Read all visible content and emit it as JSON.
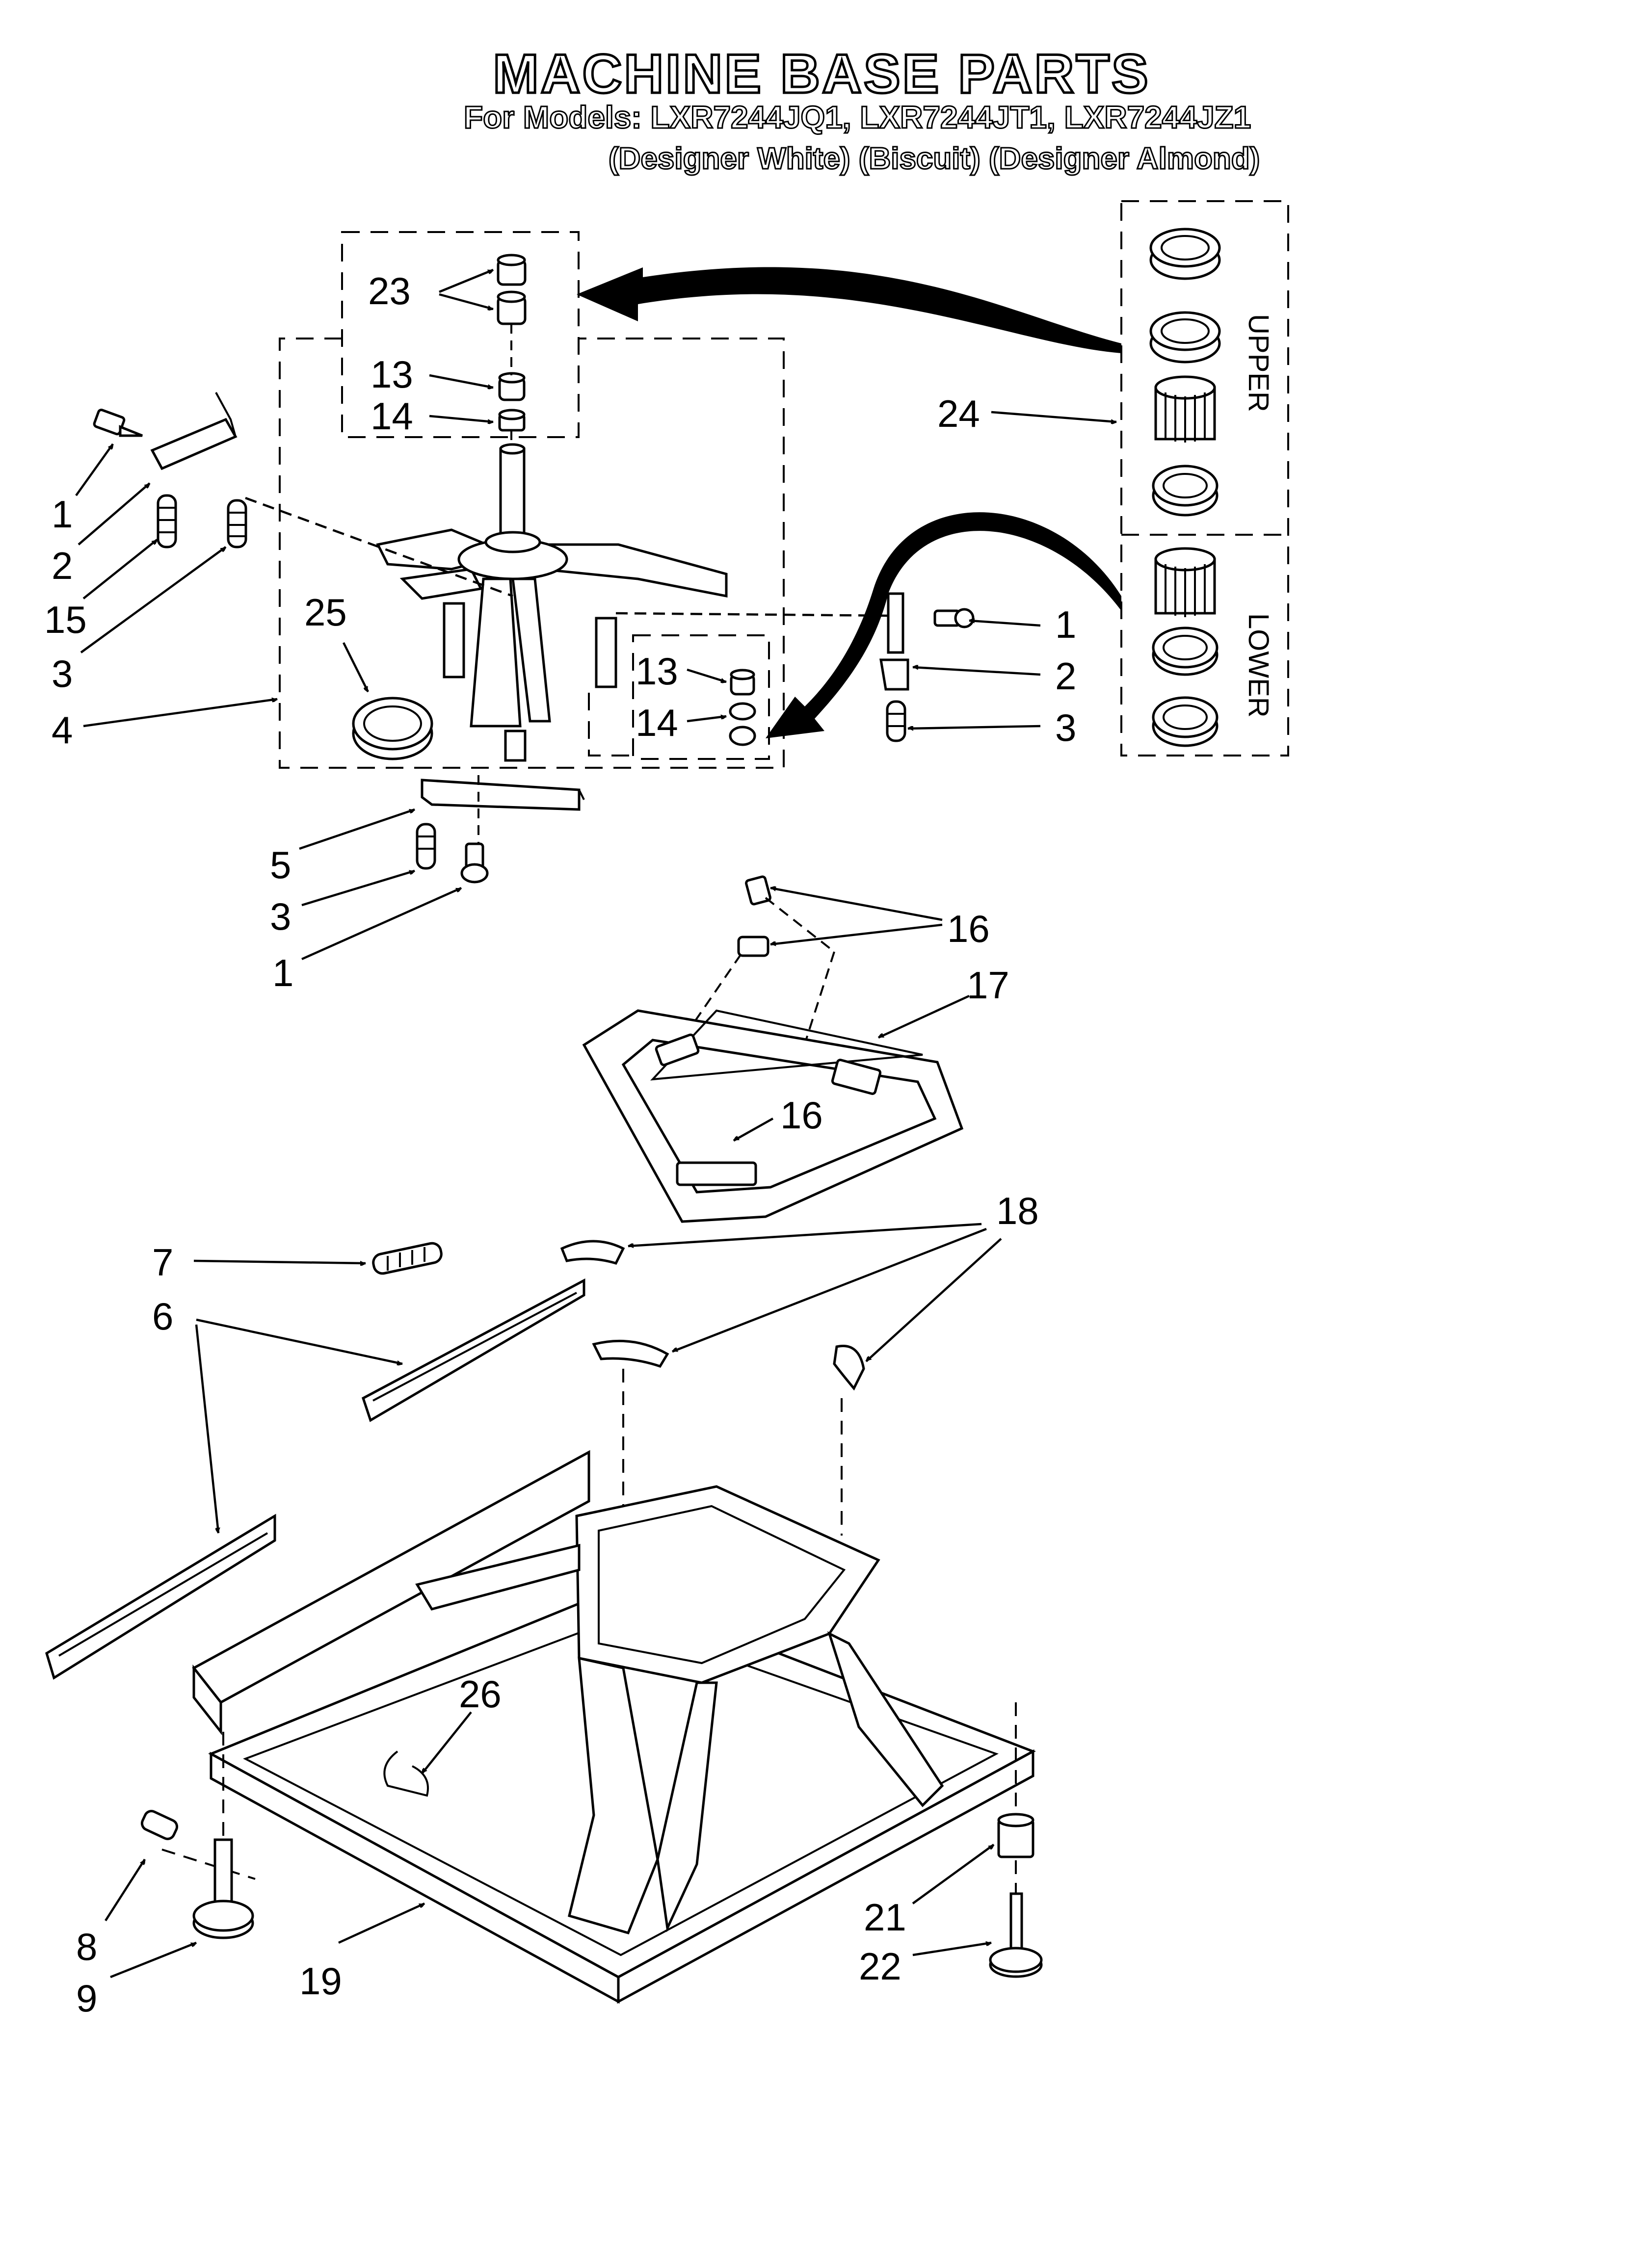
{
  "header": {
    "title": "MACHINE BASE PARTS",
    "models_line": "For Models: LXR7244JQ1, LXR7244JT1, LXR7244JZ1",
    "colors_line": "(Designer White) (Biscuit) (Designer Almond)"
  },
  "inset_labels": {
    "upper": "UPPER",
    "lower": "LOWER"
  },
  "callouts": {
    "c1a": "1",
    "c2a": "2",
    "c15": "15",
    "c3a": "3",
    "c4": "4",
    "c23": "23",
    "c13a": "13",
    "c14a": "14",
    "c25": "25",
    "c13b": "13",
    "c14b": "14",
    "c24": "24",
    "c1b": "1",
    "c2b": "2",
    "c3b": "3",
    "c5": "5",
    "c3c": "3",
    "c1c": "1",
    "c16a": "16",
    "c17": "17",
    "c16b": "16",
    "c7": "7",
    "c6": "6",
    "c18": "18",
    "c26": "26",
    "c8": "8",
    "c9": "9",
    "c19": "19",
    "c21": "21",
    "c22": "22"
  }
}
